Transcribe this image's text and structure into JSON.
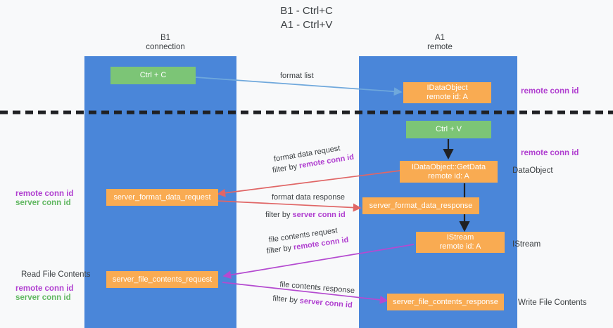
{
  "title": {
    "line1": "B1 - Ctrl+C",
    "line2": "A1 - Ctrl+V"
  },
  "lanes": [
    {
      "name": "B1",
      "sub": "connection"
    },
    {
      "name": "A1",
      "sub": "remote"
    }
  ],
  "boxes": {
    "ctrl_c": {
      "label": "Ctrl + C"
    },
    "idataobject": {
      "line1": "IDataObject",
      "line2": "remote id: A"
    },
    "ctrl_v": {
      "label": "Ctrl + V"
    },
    "getdata": {
      "line1": "IDataObject::GetData",
      "line2": "remote id: A"
    },
    "format_req": {
      "label": "server_format_data_request"
    },
    "format_res": {
      "label": "server_format_data_response"
    },
    "istream": {
      "line1": "IStream",
      "line2": "remote id: A"
    },
    "file_req": {
      "label": "server_file_contents_request"
    },
    "file_res": {
      "label": "server_file_contents_response"
    }
  },
  "arrow_labels": {
    "format_list": "format list",
    "format_data_request": "format data request",
    "format_data_request_filter_prefix": "filter by ",
    "format_data_request_filter_key": "remote conn id",
    "format_data_response": "format data response",
    "format_data_response_filter_prefix": "filter by ",
    "format_data_response_filter_key": "server conn id",
    "file_contents_request": "file contents request",
    "file_contents_request_filter_prefix": "filter by ",
    "file_contents_request_filter_key": "remote conn id",
    "file_contents_response": "file contents response",
    "file_contents_response_filter_prefix": "filter by ",
    "file_contents_response_filter_key": "server conn id"
  },
  "side_labels": {
    "right_remote_conn_top": "remote conn id",
    "right_remote_conn_mid": "remote conn id",
    "right_dataobject": "DataObject",
    "right_istream": "IStream",
    "right_write_file": "Write File Contents",
    "left_remote_conn": "remote conn id",
    "left_server_conn": "server conn id",
    "left_read_file": "Read File Contents",
    "left_remote_conn2": "remote conn id",
    "left_server_conn2": "server conn id"
  },
  "colors": {
    "lane": "#4a86d9",
    "green_box": "#7cc576",
    "orange_box": "#f9ab52",
    "purple_text": "#b03fd0",
    "green_text": "#63b863",
    "blue_arrow": "#6fa8dc",
    "red_arrow": "#e06666",
    "magenta_arrow": "#b44ad0",
    "dark_arrow": "#202124",
    "divider": "#202124",
    "background": "#f8f9fa"
  }
}
